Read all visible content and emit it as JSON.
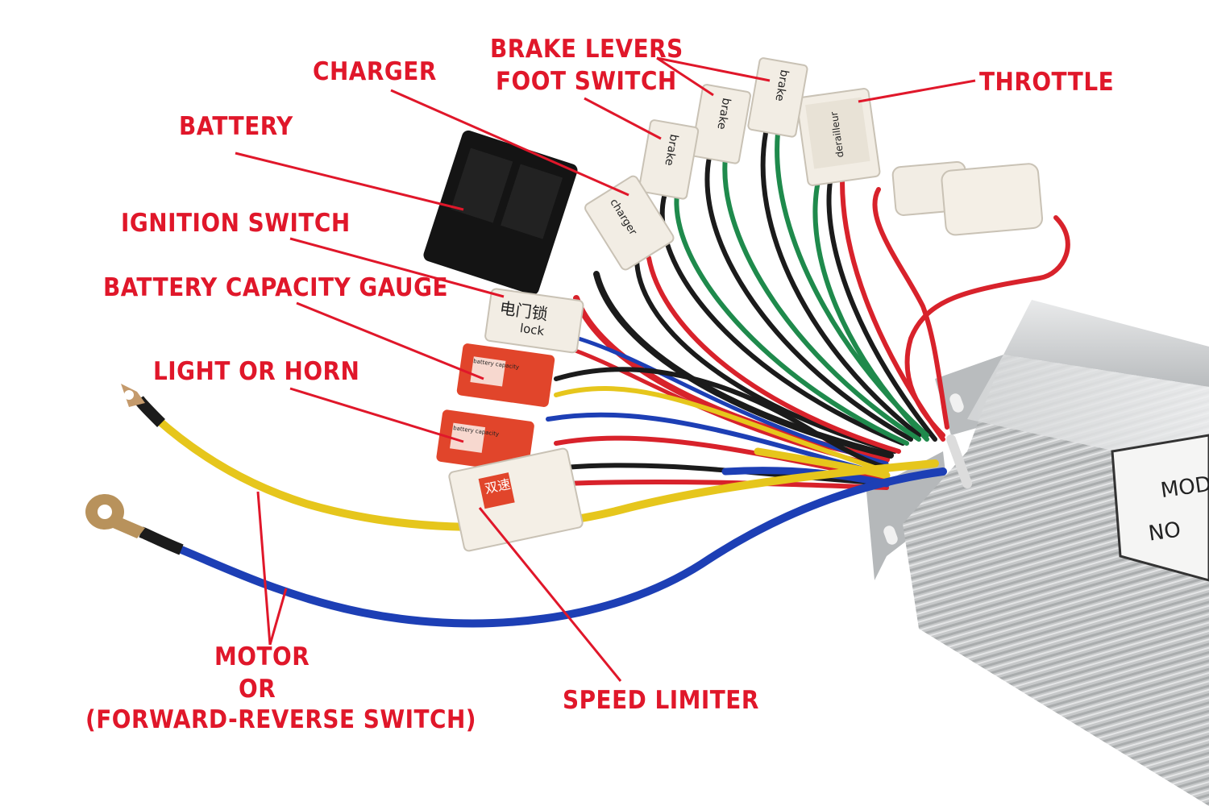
{
  "labels": {
    "brake_levers": "BRAKE LEVERS",
    "foot_switch": "FOOT SWITCH",
    "charger": "CHARGER",
    "throttle": "THROTTLE",
    "battery": "BATTERY",
    "ignition_switch": "IGNITION SWITCH",
    "battery_capacity_gauge": "BATTERY CAPACITY GAUGE",
    "light_or_horn": "LIGHT OR HORN",
    "motor": "MOTOR",
    "or": "OR",
    "forward_reverse": "(FORWARD-REVERSE SWITCH)",
    "speed_limiter": "SPEED LIMITER"
  },
  "connector_text": {
    "brake_1": "brake",
    "brake_2": "brake",
    "brake_3": "brake",
    "throttle": "derailleur",
    "charger": "charger",
    "lock_cn": "电门锁",
    "lock": "lock",
    "gauge_1": "battery capacity",
    "gauge_2": "battery capacity",
    "speed_cn": "双速"
  },
  "controller_plate": {
    "line1": "MOD",
    "line2": "NO"
  },
  "colors": {
    "label_red": "#e0172a",
    "wire_red": "#d8222b",
    "wire_green": "#1f8a4c",
    "wire_black": "#1b1b1b",
    "wire_blue": "#1d3fb5",
    "wire_yellow": "#e6c61c",
    "controller_silver": "#c9cbcc"
  }
}
